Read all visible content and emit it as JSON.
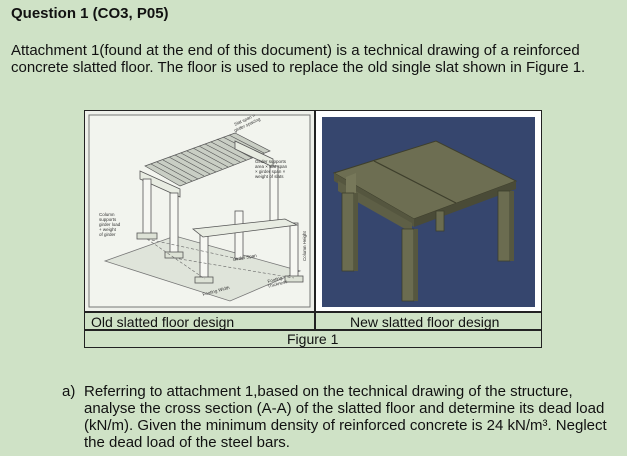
{
  "question": {
    "heading": "Question 1 (CO3, P05)",
    "intro": "Attachment 1(found at the end of this document) is a technical drawing of a reinforced concrete slatted floor. The floor is used to replace the old single slat  shown in Figure 1."
  },
  "figure": {
    "left_caption": "Old slatted floor design",
    "right_caption": "New  slatted floor design",
    "label": "Figure 1",
    "drawing_labels": {
      "slat_span": "Slat span = girder spacing",
      "girder_supports": "Girder supports area = slat span × girder span × weight of slats",
      "column_supports": "Column supports girder load + weight of girder",
      "girder_span": "Girder Span",
      "footing_width": "Footing Width",
      "footing_thickness": "Footing Thickness",
      "column_height": "Column Height"
    }
  },
  "part_a": {
    "letter": "a)",
    "text": "Referring to attachment 1,based on the technical drawing of the structure, analyse the cross section (A-A) of the slatted floor and determine its dead load (kN/m). Given the minimum density of reinforced concrete is 24 kN/m³. Neglect the dead load of the steel bars."
  },
  "colors": {
    "page_background": "#cfe2c6",
    "render_background": "#36466e",
    "concrete": "#6b6b4d"
  }
}
